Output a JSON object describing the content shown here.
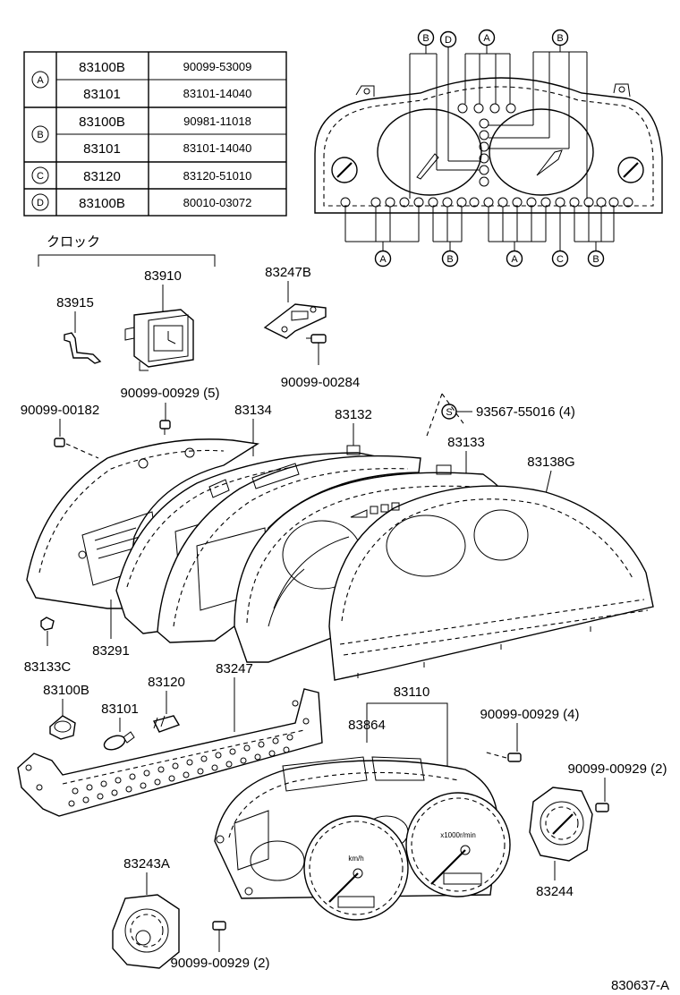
{
  "table": {
    "rows": [
      {
        "key": "A",
        "part": "83100B",
        "number": "90099-53009"
      },
      {
        "key": "",
        "part": "83101",
        "number": "83101-14040"
      },
      {
        "key": "B",
        "part": "83100B",
        "number": "90981-11018"
      },
      {
        "key": "",
        "part": "83101",
        "number": "83101-14040"
      },
      {
        "key": "C",
        "part": "83120",
        "number": "83120-51010"
      },
      {
        "key": "D",
        "part": "83100B",
        "number": "80010-03072"
      }
    ]
  },
  "panel_keys": {
    "top": [
      "B",
      "D",
      "A",
      "B"
    ],
    "bottom": [
      "A",
      "B",
      "A",
      "C",
      "B"
    ]
  },
  "clock_group_label": "クロック",
  "labels": {
    "p83910": "83910",
    "p83915": "83915",
    "p83247B": "83247B",
    "p90099_00284": "90099-00284",
    "p90099_00929_5": "90099-00929 (5)",
    "p90099_00182": "90099-00182",
    "p83134": "83134",
    "p83132": "83132",
    "p93567": "93567-55016 (4)",
    "p93567_key": "S",
    "p83133": "83133",
    "p83138G": "83138G",
    "p83133C": "83133C",
    "p83291": "83291",
    "p83100B": "83100B",
    "p83101": "83101",
    "p83120": "83120",
    "p83247": "83247",
    "p83110": "83110",
    "p83864": "83864",
    "p90099_00929_4": "90099-00929 (4)",
    "p90099_00929_2a": "90099-00929 (2)",
    "p83244": "83244",
    "p83243A": "83243A",
    "p90099_00929_2b": "90099-00929 (2)",
    "figure_id": "830637-A"
  },
  "gauge_text": {
    "speed_unit": "km/h",
    "tach_unit": "x1000r/min"
  }
}
